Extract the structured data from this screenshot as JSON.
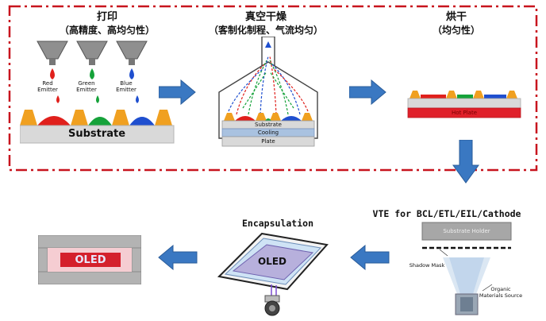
{
  "stage1": {
    "title": "打印",
    "subtitle": "（高精度、高均匀性）",
    "emitters": [
      {
        "label_line1": "Red",
        "label_line2": "Emitter",
        "color": "#e0201c"
      },
      {
        "label_line1": "Green",
        "label_line2": "Emitter",
        "color": "#16a23a"
      },
      {
        "label_line1": "Blue",
        "label_line2": "Emitter",
        "color": "#1f4fcf"
      }
    ],
    "substrate_label": "Substrate"
  },
  "stage2": {
    "title": "真空干燥",
    "subtitle": "（客制化制程、气流均匀）",
    "substrate_label": "Substrate",
    "cooling_label": "Cooling",
    "plate_label": "Plate"
  },
  "stage3": {
    "title": "烘干",
    "subtitle": "（均匀性）",
    "plate_label": "Hot Plate"
  },
  "stage4": {
    "title": "VTE for BCL/ETL/EIL/Cathode",
    "holder_label": "Substrate Holder",
    "mask_label": "Shadow Mask",
    "source_label_line1": "Organic",
    "source_label_line2": "Materials Source"
  },
  "stage5": {
    "title": "Encapsulation",
    "panel_label": "OLED"
  },
  "stage6": {
    "panel_label": "OLED"
  },
  "colors": {
    "dashed_border": "#c8141e",
    "arrow": "#3a78c2",
    "bank": "#f0a020",
    "substrate": "#d9d9d9",
    "hot_plate": "#e0202a"
  }
}
